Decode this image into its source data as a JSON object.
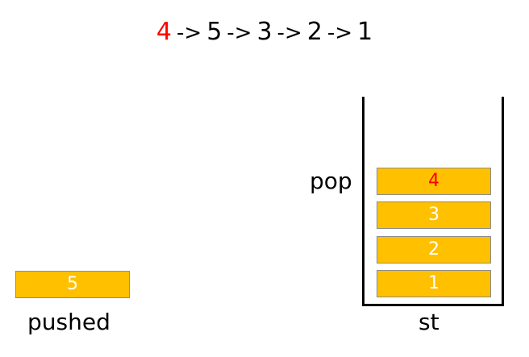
{
  "sequence": {
    "items": [
      "4",
      "5",
      "3",
      "2",
      "1"
    ],
    "arrow": "->",
    "highlight_index": 0
  },
  "pushed": {
    "label": "pushed",
    "block_value": "5"
  },
  "stack": {
    "label": "st",
    "pop_label": "pop",
    "items_top_to_bottom": [
      "4",
      "3",
      "2",
      "1"
    ],
    "highlight_index": 0
  },
  "colors": {
    "block_fill": "#ffc000",
    "block_border": "#8c8c8c",
    "highlight_text": "#ff0000",
    "block_text": "#ffffff"
  }
}
